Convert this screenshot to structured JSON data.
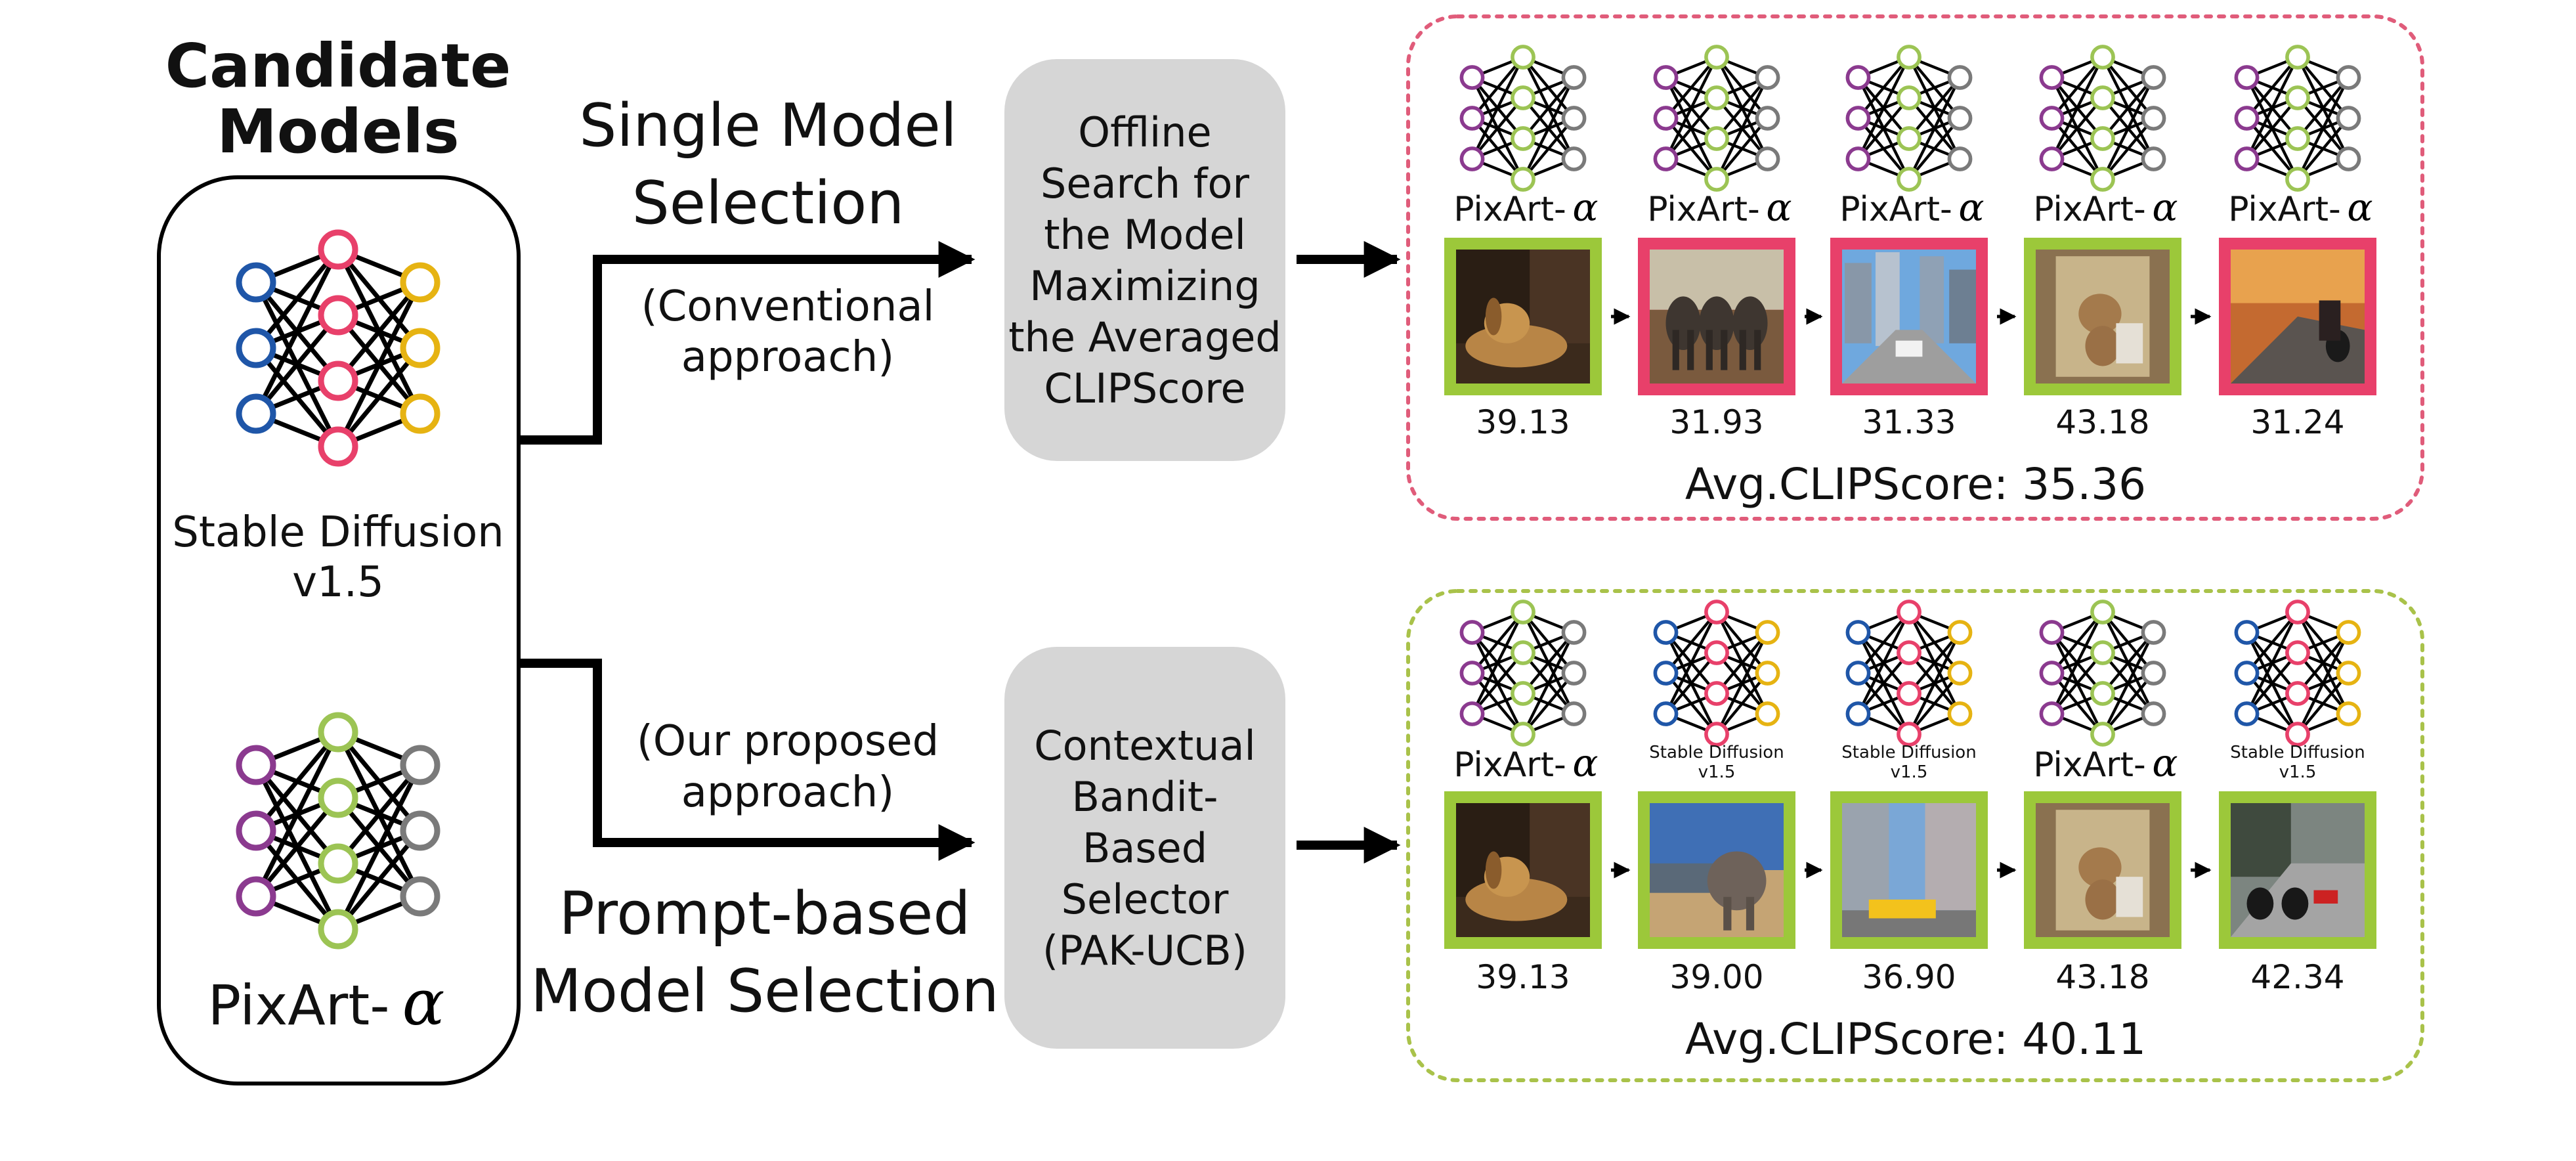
{
  "colors": {
    "sd_blue": "#1f56a8",
    "sd_pink": "#e8406a",
    "sd_yellow": "#e6b312",
    "pix_purple": "#8b3a8f",
    "pix_green": "#9cc454",
    "pix_gray": "#7a7a7a",
    "frame_red": "#e8406a",
    "frame_green": "#9cc83a",
    "box_gray": "#d6d6d6",
    "dash_red": "#e05c7a",
    "dash_green": "#a9c24a"
  },
  "candidates": {
    "title_line1": "Candidate",
    "title_line2": "Models",
    "model1_line1": "Stable Diffusion",
    "model1_line2": "v1.5",
    "model2_prefix": "PixArt-",
    "model2_alpha": "α"
  },
  "top_branch": {
    "title_line1": "Single Model",
    "title_line2": "Selection",
    "note_line1": "(Conventional",
    "note_line2": "approach)",
    "box_lines": [
      "Offline",
      "Search for",
      "the Model",
      "Maximizing",
      "the Averaged",
      "CLIPScore"
    ],
    "avg_label": "Avg.CLIPScore: 35.36",
    "items": [
      {
        "model": "pixart",
        "label_prefix": "PixArt-",
        "label_alpha": "α",
        "frame": "green",
        "scene": "dog",
        "score": "39.13"
      },
      {
        "model": "pixart",
        "label_prefix": "PixArt-",
        "label_alpha": "α",
        "frame": "red",
        "scene": "elephants",
        "score": "31.93"
      },
      {
        "model": "pixart",
        "label_prefix": "PixArt-",
        "label_alpha": "α",
        "frame": "red",
        "scene": "city",
        "score": "31.33"
      },
      {
        "model": "pixart",
        "label_prefix": "PixArt-",
        "label_alpha": "α",
        "frame": "green",
        "scene": "bathroom-dog",
        "score": "43.18"
      },
      {
        "model": "pixart",
        "label_prefix": "PixArt-",
        "label_alpha": "α",
        "frame": "red",
        "scene": "motorcycle",
        "score": "31.24"
      }
    ]
  },
  "bottom_branch": {
    "title_line1": "Prompt-based",
    "title_line2": "Model Selection",
    "note_line1": "(Our proposed",
    "note_line2": "approach)",
    "box_lines": [
      "Contextual",
      "Bandit-",
      "Based",
      "Selector",
      "(PAK-UCB)"
    ],
    "avg_label": "Avg.CLIPScore: 40.11",
    "items": [
      {
        "model": "pixart",
        "label_prefix": "PixArt-",
        "label_alpha": "α",
        "frame": "green",
        "scene": "dog",
        "score": "39.13"
      },
      {
        "model": "sd",
        "label_line1": "Stable Diffusion",
        "label_line2": "v1.5",
        "frame": "green",
        "scene": "car-elephant",
        "score": "39.00"
      },
      {
        "model": "sd",
        "label_line1": "Stable Diffusion",
        "label_line2": "v1.5",
        "frame": "green",
        "scene": "city-taxi",
        "score": "36.90"
      },
      {
        "model": "pixart",
        "label_prefix": "PixArt-",
        "label_alpha": "α",
        "frame": "green",
        "scene": "bathroom-dog",
        "score": "43.18"
      },
      {
        "model": "sd",
        "label_line1": "Stable Diffusion",
        "label_line2": "v1.5",
        "frame": "green",
        "scene": "road-motorcycle",
        "score": "42.34"
      }
    ]
  }
}
